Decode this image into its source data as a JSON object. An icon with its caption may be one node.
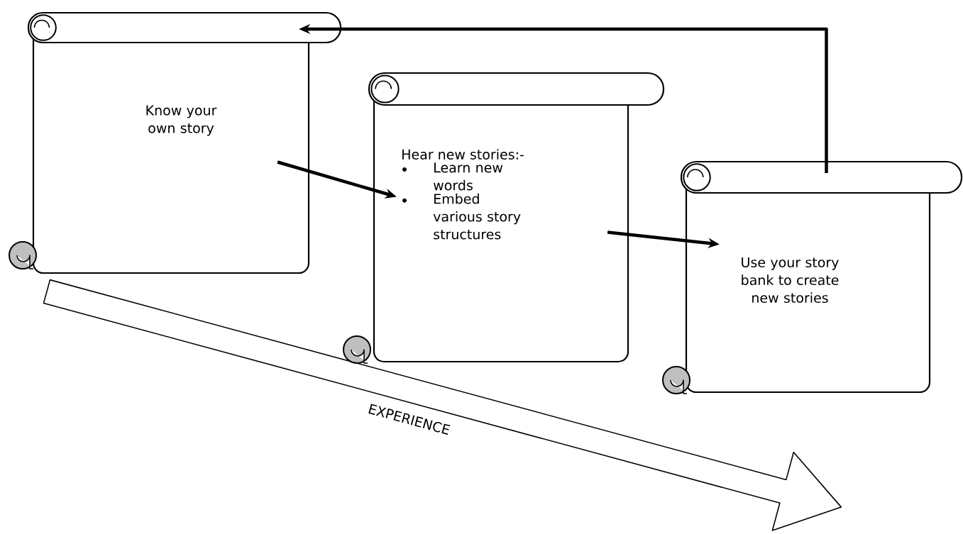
{
  "diagram": {
    "nodes": [
      {
        "text": [
          "Know your own story"
        ]
      },
      {
        "text": [
          "Hear new stories:-",
          "Learn new words",
          "Embed various story structures"
        ]
      },
      {
        "text": [
          "Use your story bank to create new stories"
        ]
      }
    ],
    "edges": [
      {
        "from": 0,
        "to": 1,
        "arrow": "to"
      },
      {
        "from": 1,
        "to": 2,
        "arrow": "to"
      },
      {
        "from": 2,
        "to": 0,
        "arrow": "to"
      }
    ],
    "labels": [
      "EXPERIENCE"
    ]
  }
}
